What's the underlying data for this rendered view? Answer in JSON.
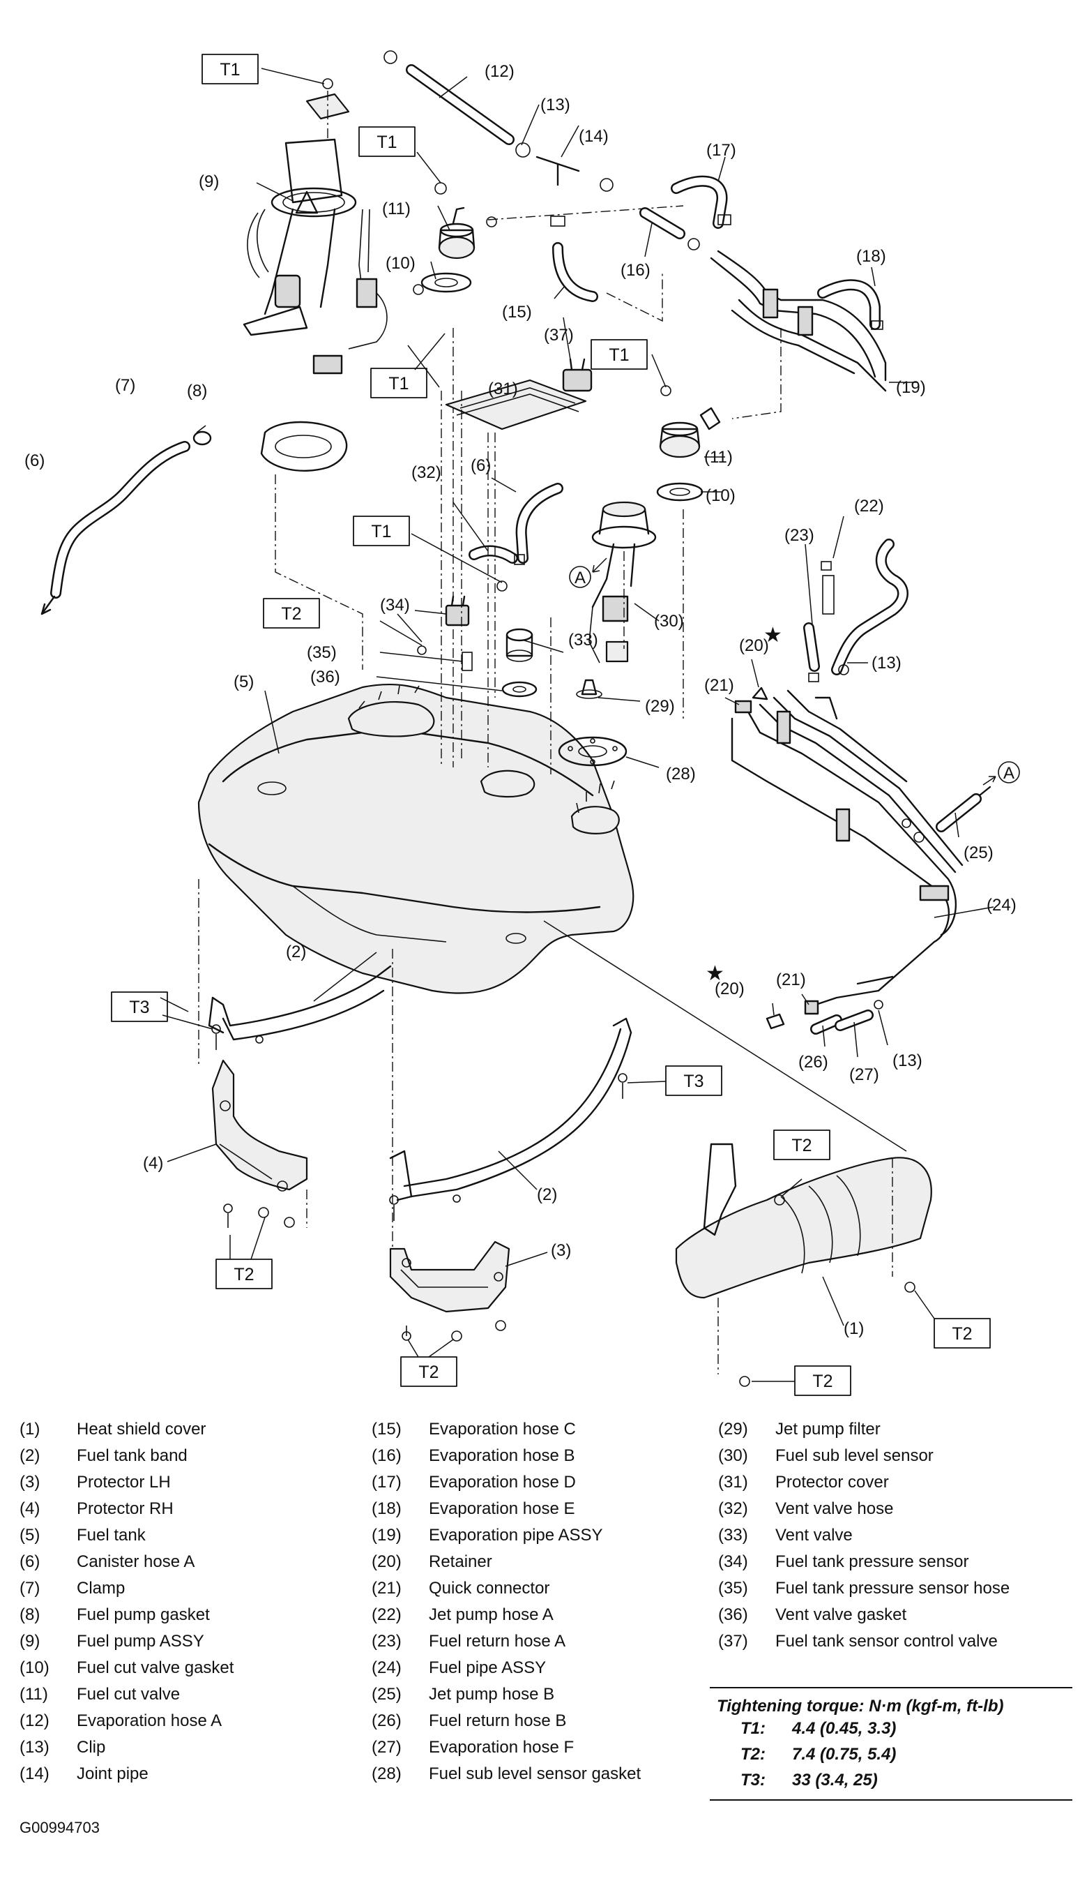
{
  "diagram": {
    "callouts": [
      {
        "id": "c1",
        "text": "(1)"
      },
      {
        "id": "c2a",
        "text": "(2)"
      },
      {
        "id": "c2b",
        "text": "(2)"
      },
      {
        "id": "c3",
        "text": "(3)"
      },
      {
        "id": "c4",
        "text": "(4)"
      },
      {
        "id": "c5",
        "text": "(5)"
      },
      {
        "id": "c6a",
        "text": "(6)"
      },
      {
        "id": "c6b",
        "text": "(6)"
      },
      {
        "id": "c7",
        "text": "(7)"
      },
      {
        "id": "c8",
        "text": "(8)"
      },
      {
        "id": "c9",
        "text": "(9)"
      },
      {
        "id": "c10a",
        "text": "(10)"
      },
      {
        "id": "c10b",
        "text": "(10)"
      },
      {
        "id": "c11a",
        "text": "(11)"
      },
      {
        "id": "c11b",
        "text": "(11)"
      },
      {
        "id": "c12",
        "text": "(12)"
      },
      {
        "id": "c13a",
        "text": "(13)"
      },
      {
        "id": "c13b",
        "text": "(13)"
      },
      {
        "id": "c13c",
        "text": "(13)"
      },
      {
        "id": "c14",
        "text": "(14)"
      },
      {
        "id": "c15",
        "text": "(15)"
      },
      {
        "id": "c16",
        "text": "(16)"
      },
      {
        "id": "c17",
        "text": "(17)"
      },
      {
        "id": "c18",
        "text": "(18)"
      },
      {
        "id": "c19",
        "text": "(19)"
      },
      {
        "id": "c20a",
        "text": "(20)"
      },
      {
        "id": "c20b",
        "text": "(20)"
      },
      {
        "id": "c21a",
        "text": "(21)"
      },
      {
        "id": "c21b",
        "text": "(21)"
      },
      {
        "id": "c22",
        "text": "(22)"
      },
      {
        "id": "c23",
        "text": "(23)"
      },
      {
        "id": "c24",
        "text": "(24)"
      },
      {
        "id": "c25",
        "text": "(25)"
      },
      {
        "id": "c26",
        "text": "(26)"
      },
      {
        "id": "c27",
        "text": "(27)"
      },
      {
        "id": "c28",
        "text": "(28)"
      },
      {
        "id": "c29",
        "text": "(29)"
      },
      {
        "id": "c30",
        "text": "(30)"
      },
      {
        "id": "c31",
        "text": "(31)"
      },
      {
        "id": "c32",
        "text": "(32)"
      },
      {
        "id": "c33",
        "text": "(33)"
      },
      {
        "id": "c34",
        "text": "(34)"
      },
      {
        "id": "c35",
        "text": "(35)"
      },
      {
        "id": "c36",
        "text": "(36)"
      },
      {
        "id": "c37",
        "text": "(37)"
      }
    ],
    "torque_boxes": [
      {
        "id": "b1",
        "text": "T1"
      },
      {
        "id": "b2",
        "text": "T1"
      },
      {
        "id": "b3",
        "text": "T1"
      },
      {
        "id": "b4",
        "text": "T1"
      },
      {
        "id": "b5",
        "text": "T1"
      },
      {
        "id": "b6",
        "text": "T2"
      },
      {
        "id": "b7",
        "text": "T3"
      },
      {
        "id": "b8",
        "text": "T3"
      },
      {
        "id": "b9",
        "text": "T2"
      },
      {
        "id": "b10",
        "text": "T2"
      },
      {
        "id": "b11",
        "text": "T2"
      },
      {
        "id": "b12",
        "text": "T2"
      },
      {
        "id": "b13",
        "text": "T2"
      }
    ],
    "markers": [
      {
        "id": "ma1",
        "text": "A"
      },
      {
        "id": "ma2",
        "text": "A"
      }
    ]
  },
  "legend": {
    "col1": [
      {
        "num": "(1)",
        "name": "Heat shield cover"
      },
      {
        "num": "(2)",
        "name": "Fuel tank band"
      },
      {
        "num": "(3)",
        "name": "Protector LH"
      },
      {
        "num": "(4)",
        "name": "Protector RH"
      },
      {
        "num": "(5)",
        "name": "Fuel tank"
      },
      {
        "num": "(6)",
        "name": "Canister hose A"
      },
      {
        "num": "(7)",
        "name": "Clamp"
      },
      {
        "num": "(8)",
        "name": "Fuel pump gasket"
      },
      {
        "num": "(9)",
        "name": "Fuel pump ASSY"
      },
      {
        "num": "(10)",
        "name": "Fuel cut valve gasket"
      },
      {
        "num": "(11)",
        "name": "Fuel cut valve"
      },
      {
        "num": "(12)",
        "name": "Evaporation hose A"
      },
      {
        "num": "(13)",
        "name": "Clip"
      },
      {
        "num": "(14)",
        "name": "Joint pipe"
      }
    ],
    "col2": [
      {
        "num": "(15)",
        "name": "Evaporation hose C"
      },
      {
        "num": "(16)",
        "name": "Evaporation hose B"
      },
      {
        "num": "(17)",
        "name": "Evaporation hose D"
      },
      {
        "num": "(18)",
        "name": "Evaporation hose E"
      },
      {
        "num": "(19)",
        "name": "Evaporation pipe ASSY"
      },
      {
        "num": "(20)",
        "name": "Retainer"
      },
      {
        "num": "(21)",
        "name": "Quick connector"
      },
      {
        "num": "(22)",
        "name": "Jet pump hose A"
      },
      {
        "num": "(23)",
        "name": "Fuel return hose A"
      },
      {
        "num": "(24)",
        "name": "Fuel pipe ASSY"
      },
      {
        "num": "(25)",
        "name": "Jet pump hose B"
      },
      {
        "num": "(26)",
        "name": "Fuel return hose B"
      },
      {
        "num": "(27)",
        "name": "Evaporation hose F"
      },
      {
        "num": "(28)",
        "name": "Fuel sub level sensor gasket"
      }
    ],
    "col3": [
      {
        "num": "(29)",
        "name": "Jet pump filter"
      },
      {
        "num": "(30)",
        "name": "Fuel sub level sensor"
      },
      {
        "num": "(31)",
        "name": "Protector cover"
      },
      {
        "num": "(32)",
        "name": "Vent valve hose"
      },
      {
        "num": "(33)",
        "name": "Vent valve"
      },
      {
        "num": "(34)",
        "name": "Fuel tank pressure sensor"
      },
      {
        "num": "(35)",
        "name": "Fuel tank pressure sensor hose"
      },
      {
        "num": "(36)",
        "name": "Vent valve gasket"
      },
      {
        "num": "(37)",
        "name": "Fuel tank sensor control valve"
      }
    ]
  },
  "torque": {
    "title": "Tightening torque: N·m (kgf-m, ft-lb)",
    "rows": [
      {
        "key": "T1:",
        "value": "4.4 (0.45, 3.3)"
      },
      {
        "key": "T2:",
        "value": "7.4 (0.75, 5.4)"
      },
      {
        "key": "T3:",
        "value": "33 (3.4, 25)"
      }
    ]
  },
  "figure_code": "G00994703"
}
